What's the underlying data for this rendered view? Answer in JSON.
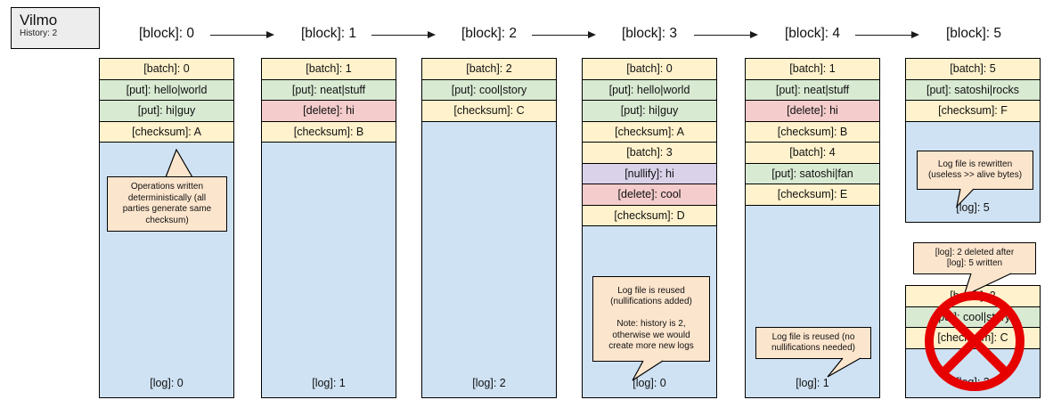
{
  "legend": {
    "title": "Vilmo",
    "history": "History: 2"
  },
  "headers": [
    "[block]: 0",
    "[block]: 1",
    "[block]: 2",
    "[block]: 3",
    "[block]: 4",
    "[block]: 5"
  ],
  "columns": [
    {
      "rows": [
        "[batch]: 0",
        "[put]: hello|world",
        "[put]: hi|guy",
        "[checksum]: A"
      ],
      "log": "[log]: 0"
    },
    {
      "rows": [
        "[batch]: 1",
        "[put]: neat|stuff",
        "[delete]: hi",
        "[checksum]: B"
      ],
      "log": "[log]: 1"
    },
    {
      "rows": [
        "[batch]: 2",
        "[put]: cool|story",
        "[checksum]: C"
      ],
      "log": "[log]: 2"
    },
    {
      "rows": [
        "[batch]: 0",
        "[put]: hello|world",
        "[put]: hi|guy",
        "[checksum]: A",
        "[batch]: 3",
        "[nullify]: hi",
        "[delete]: cool",
        "[checksum]: D"
      ],
      "log": "[log]: 0"
    },
    {
      "rows": [
        "[batch]: 1",
        "[put]: neat|stuff",
        "[delete]: hi",
        "[checksum]: B",
        "[batch]: 4",
        "[put]: satoshi|fan",
        "[checksum]: E"
      ],
      "log": "[log]: 1"
    },
    {
      "rows": [
        "[batch]: 5",
        "[put]: satoshi|rocks",
        "[checksum]: F"
      ],
      "log": "[log]: 5"
    }
  ],
  "deleted_stack": {
    "rows": [
      "[batch]: 2",
      "[put]: cool|story",
      "[checksum]: C"
    ],
    "log": "[log]: 2"
  },
  "callouts": {
    "deterministic": "Operations written\ndeterministically (all\nparties generate same\nchecksum)",
    "reused_nullify": "Log file is reused\n(nullifications added)\n\nNote: history is 2,\notherwise we would\ncreate more new logs",
    "reused_plain": "Log file is reused (no\nnullifications needed)",
    "rewritten": "Log file is rewritten\n(useless >> alive bytes)",
    "deleted": "[log]: 2 deleted after\n[log]: 5 written"
  },
  "colors": {
    "batch_checksum_yellow": "#fff2cc",
    "put_green": "#d9ead3",
    "delete_red": "#f4cccc",
    "nullify_purple": "#d9d2e9",
    "log_blue": "#cfe2f3",
    "callout_peach": "#fce5cd",
    "legend_gray": "#ededed",
    "cross_red": "#e60000"
  }
}
